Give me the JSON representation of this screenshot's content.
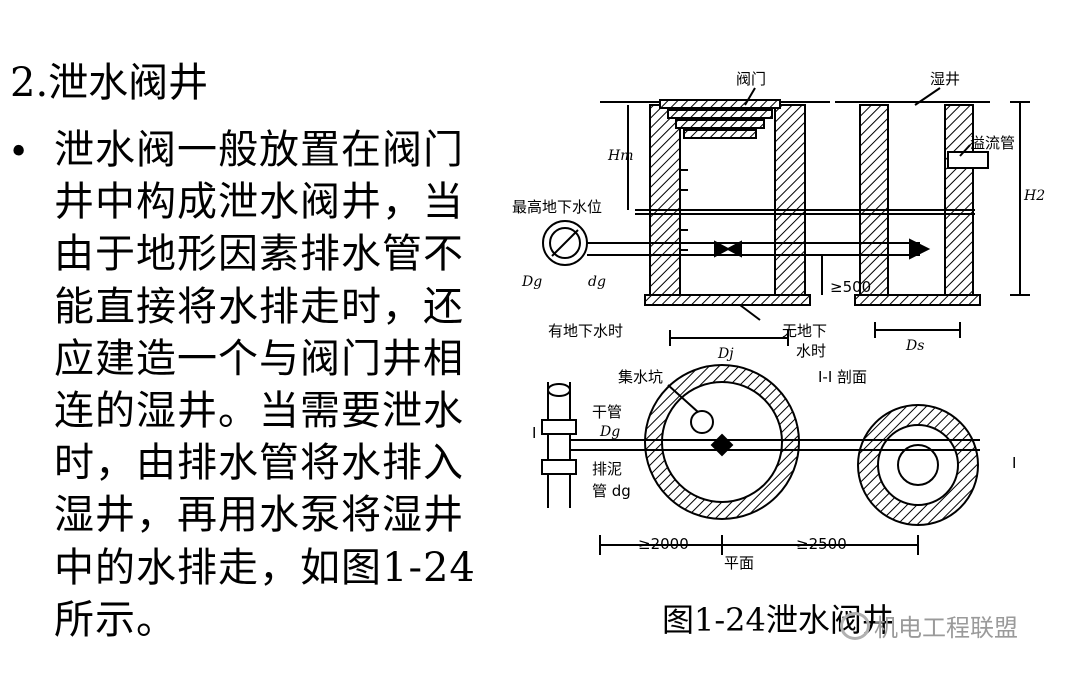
{
  "heading": "2.泄水阀井",
  "bullet_symbol": "•",
  "paragraph": "泄水阀一般放置在阀门井中构成泄水阀井，当由于地形因素排水管不能直接将水排走时，还应建造一个与阀门井相连的湿井。当需要泄水时，由排水管将水排入湿井，再用水泵将湿井中的水排走，如图1-24所示。",
  "figure": {
    "caption": "图1-24泄水阀井",
    "labels": {
      "valve": "阀门",
      "wet_well": "湿井",
      "overflow_pipe": "溢流管",
      "max_groundwater": "最高地下水位",
      "hm": "Hm",
      "h2": "H2",
      "dg_big": "Dg",
      "dg_small": "dg",
      "min500": "≥500",
      "with_groundwater": "有地下水时",
      "no_groundwater_1": "无地下",
      "no_groundwater_2": "水时",
      "dj": "Dj",
      "ds": "Ds",
      "sump": "集水坑",
      "section": "I-I 剖面",
      "main_pipe": "干管",
      "dg_plan": "Dg",
      "drain_pipe_1": "排泥",
      "drain_pipe_2": "管 dg",
      "section_mark_left": "I",
      "section_mark_right": "I",
      "dim_2000": "≥2000",
      "dim_2500": "≥2500",
      "plan": "平面"
    }
  },
  "watermark": "机电工程联盟"
}
